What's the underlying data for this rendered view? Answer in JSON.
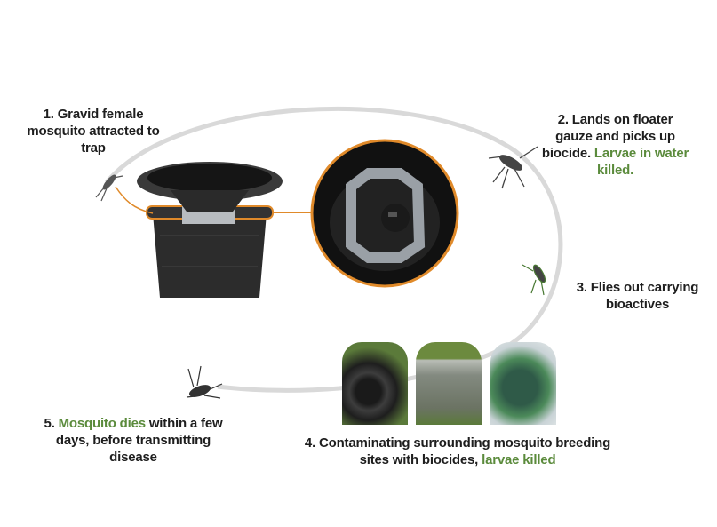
{
  "steps": {
    "step1": {
      "text": "1. Gravid female mosquito attracted to trap"
    },
    "step2": {
      "text": "2. Lands on floater gauze and picks up biocide.",
      "highlight": "Larvae in water killed."
    },
    "step3": {
      "text": "3. Flies out carrying bioactives"
    },
    "step4": {
      "text": "4. Contaminating surrounding  mosquito breeding sites with biocides,",
      "highlight": "larvae killed"
    },
    "step5": {
      "prefix": "5.",
      "highlight": "Mosquito dies",
      "text": "within a few days, before transmitting disease"
    }
  },
  "colors": {
    "highlight": "#5b8b3c",
    "cycle": "#d9d9d9",
    "accent": "#e08a2a",
    "trap": "#2a2a2a"
  }
}
